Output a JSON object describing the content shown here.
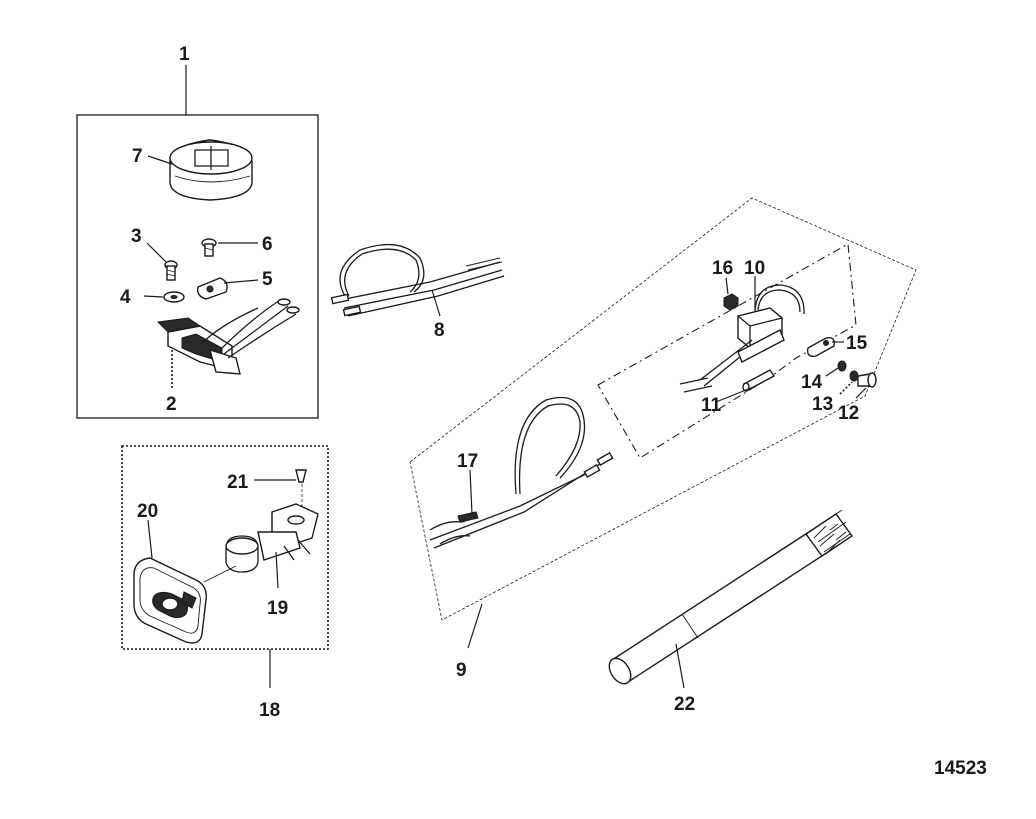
{
  "diagram_id": "14523",
  "callouts": {
    "c1": "1",
    "c2": "2",
    "c3": "3",
    "c4": "4",
    "c5": "5",
    "c6": "6",
    "c7": "7",
    "c8": "8",
    "c9": "9",
    "c10": "10",
    "c11": "11",
    "c12": "12",
    "c13": "13",
    "c14": "14",
    "c15": "15",
    "c16": "16",
    "c17": "17",
    "c18": "18",
    "c19": "19",
    "c20": "20",
    "c21": "21",
    "c22": "22"
  }
}
